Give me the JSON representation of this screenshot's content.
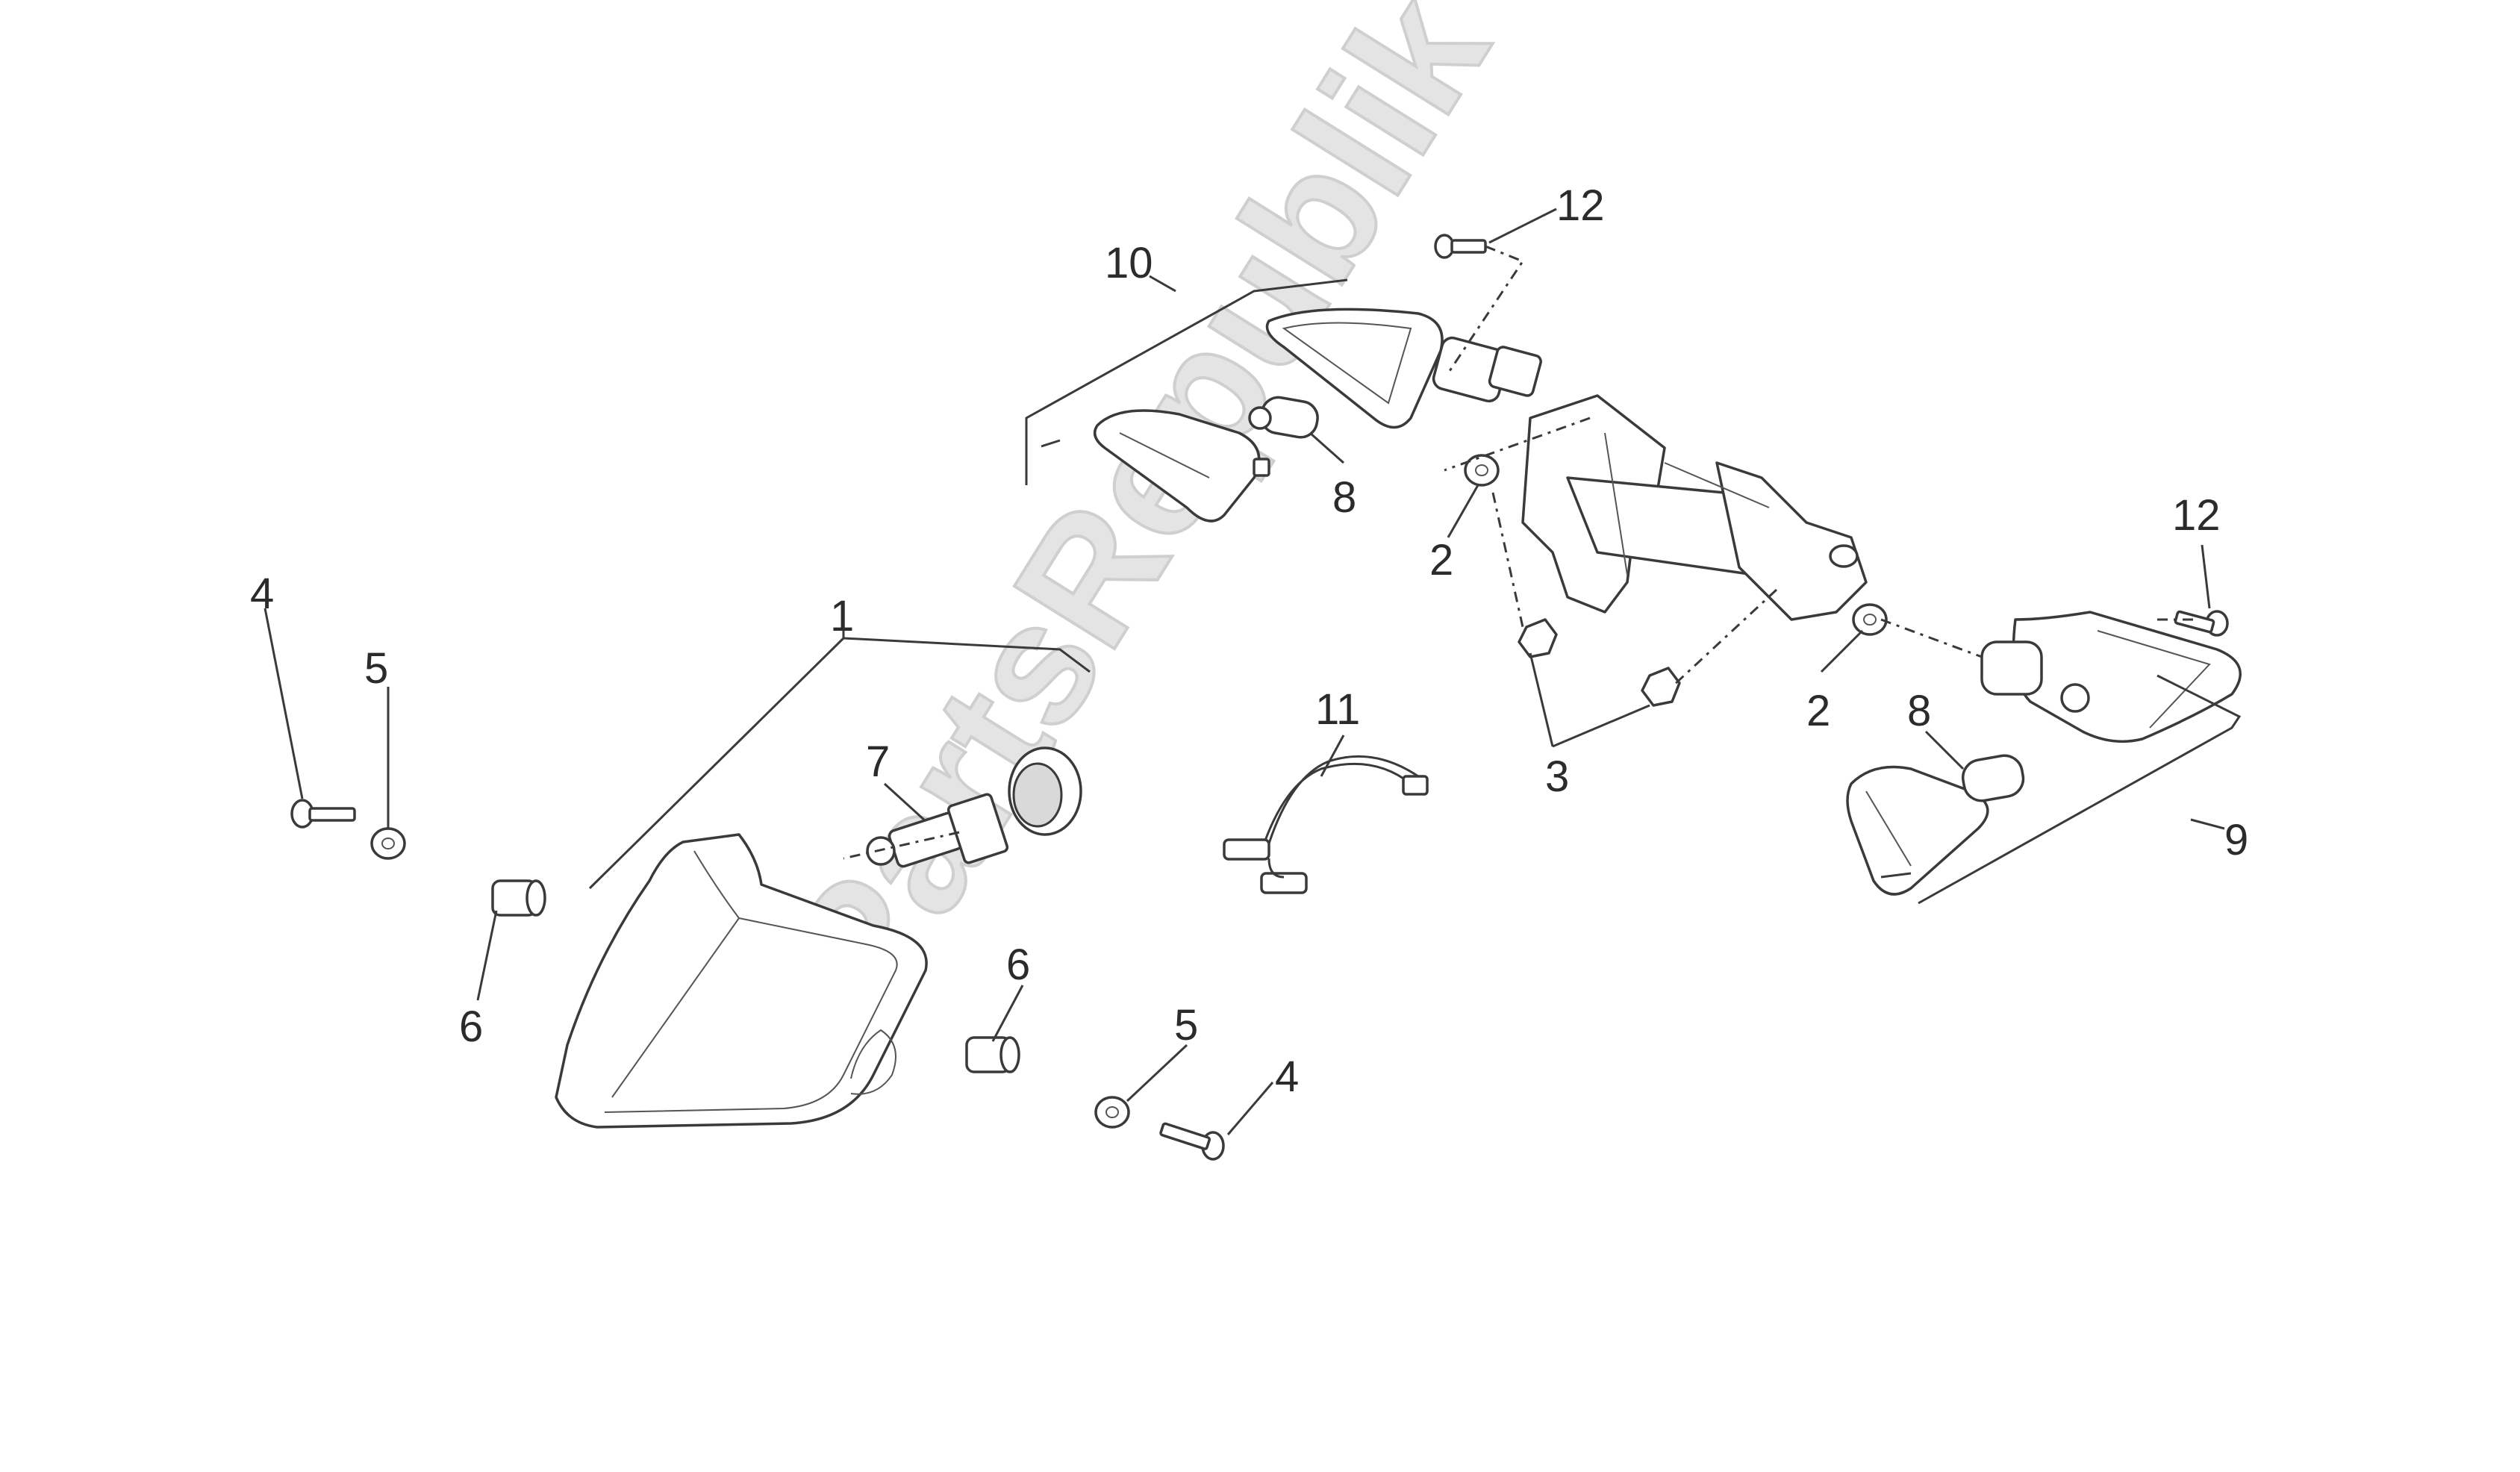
{
  "watermark": "PartsRepublik",
  "callouts": {
    "c1": "1",
    "c2a": "2",
    "c2b": "2",
    "c3": "3",
    "c4a": "4",
    "c4b": "4",
    "c5a": "5",
    "c5b": "5",
    "c6a": "6",
    "c6b": "6",
    "c7": "7",
    "c8a": "8",
    "c8b": "8",
    "c9": "9",
    "c10": "10",
    "c11": "11",
    "c12a": "12",
    "c12b": "12"
  }
}
